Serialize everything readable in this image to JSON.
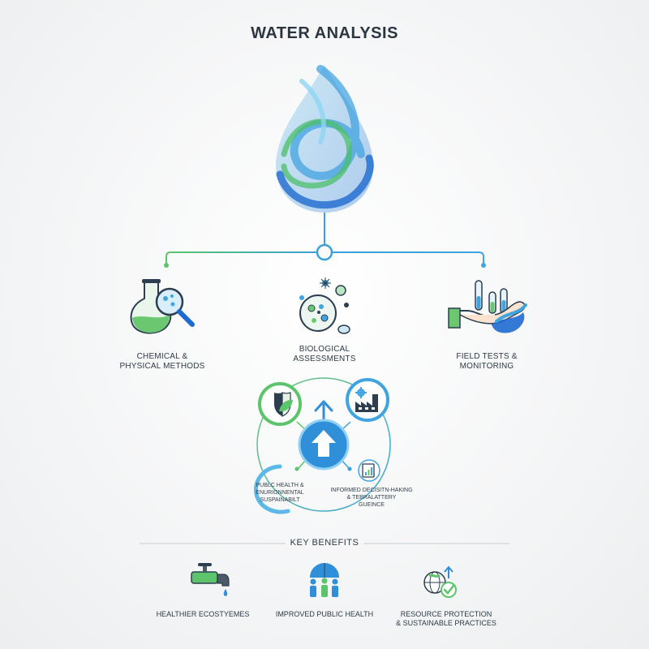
{
  "title": "WATER ANALYSIS",
  "methods": [
    {
      "line1": "CHEMICAL &",
      "line2": "PHYSICAL METHODS",
      "icon": "flask-magnifier-icon"
    },
    {
      "line1": "BIOLOGICAL",
      "line2": "ASSESSMENTS",
      "icon": "microorganism-icon"
    },
    {
      "line1": "FIELD TESTS &",
      "line2": "MONITORING",
      "icon": "hand-test-tubes-icon"
    }
  ],
  "outcomes": {
    "center_icon": "up-arrow-icon",
    "items": [
      {
        "icon": "shield-leaf-icon"
      },
      {
        "icon": "factory-gear-icon"
      },
      {
        "line1": "PUBLC HEALTH &",
        "line2": "ENURIONNENTAL",
        "line3": "SUSPAINABILT",
        "icon": "circle-node-icon"
      },
      {
        "line1": "INFORMED DECISITN-HAKING",
        "line2": "& TEBRALATTERY",
        "line3": "GUEINCE",
        "icon": "report-chart-icon"
      }
    ]
  },
  "benefits": {
    "title": "KEY BENEFITS",
    "items": [
      {
        "line1": "HEALTHIER ECOSTYEMES",
        "line2": "",
        "icon": "faucet-icon"
      },
      {
        "line1": "IMPROVED PUBLIC HEALTH",
        "line2": "",
        "icon": "people-umbrella-icon"
      },
      {
        "line1": "RESOURCE PROTECTION",
        "line2": "& SUSTAINABLE PRACTICES",
        "icon": "globe-check-icon"
      }
    ]
  },
  "colors": {
    "blue": "#2f8fd8",
    "light_blue": "#5bb8e8",
    "green": "#5cc46a",
    "dark": "#2c3642"
  }
}
